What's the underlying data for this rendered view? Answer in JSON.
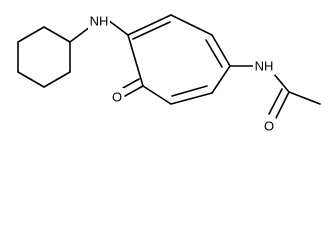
{
  "molecule": {
    "atoms": {
      "nh_cyclohexyl": "NH",
      "carbonyl_o": "O",
      "nh_amide": "NH",
      "amide_o": "O"
    }
  }
}
